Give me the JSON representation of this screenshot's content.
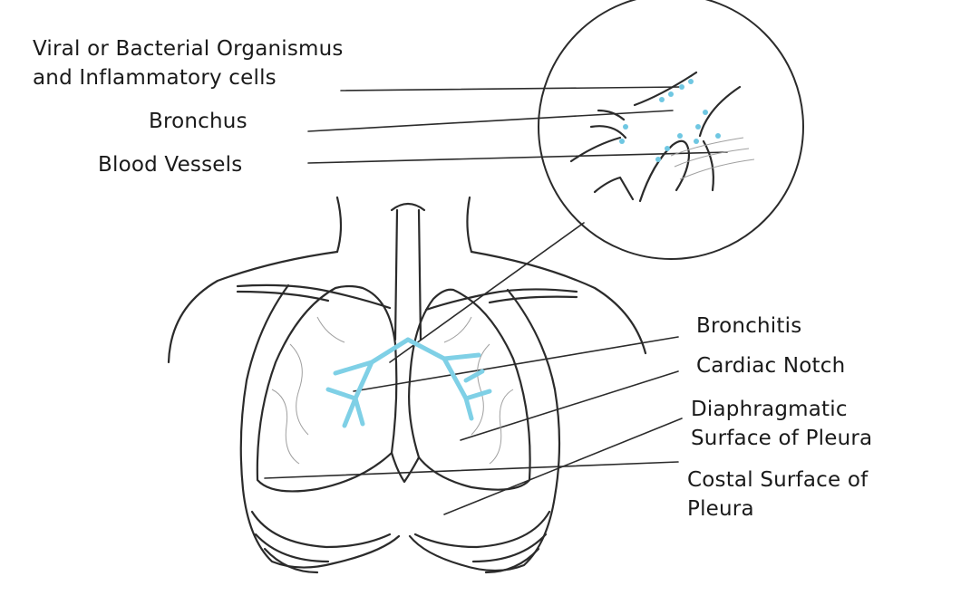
{
  "labels": {
    "organisms": {
      "line1": "Viral or Bacterial Organismus",
      "line2": "and Inflammatory cells"
    },
    "bronchus": "Bronchus",
    "blood_vessels": "Blood Vessels",
    "bronchitis": "Bronchitis",
    "cardiac_notch": "Cardiac Notch",
    "diaphragmatic": {
      "line1": "Diaphragmatic",
      "line2": "Surface of Pleura"
    },
    "costal": {
      "line1": "Costal Surface of",
      "line2": "Pleura"
    }
  },
  "colors": {
    "outline": "#2b2b2b",
    "bronchi": "#7fd0e6",
    "vessels": "#a0a0a0",
    "background": "#ffffff"
  }
}
